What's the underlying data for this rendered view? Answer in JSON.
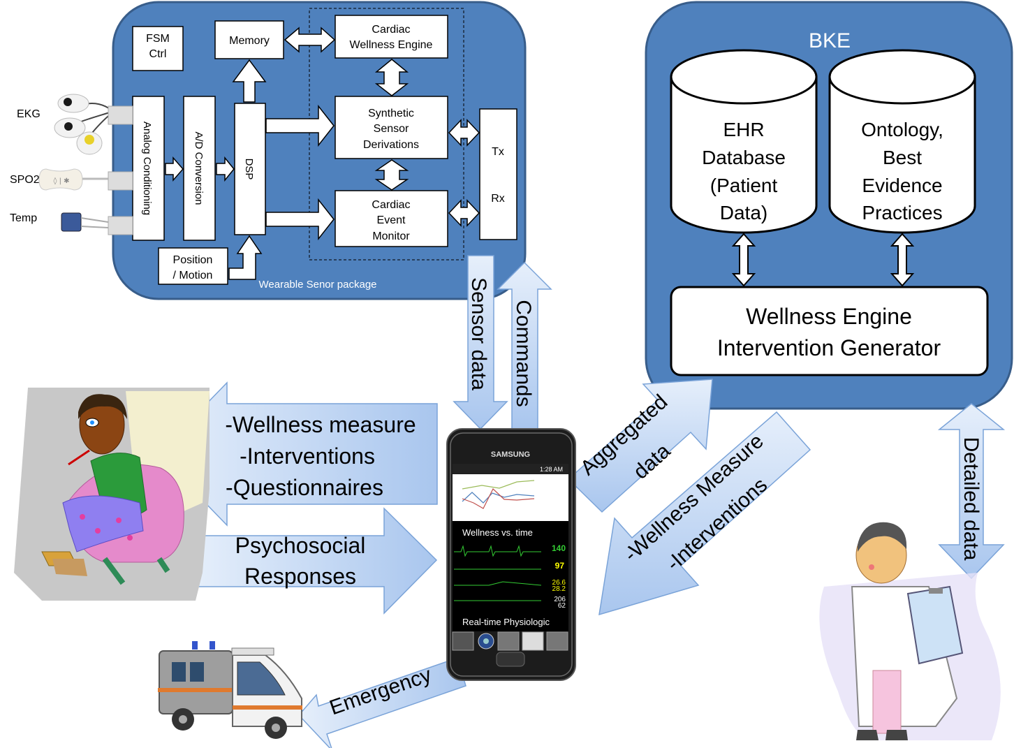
{
  "sensor_package": {
    "caption": "Wearable Senor package",
    "fsm": [
      "FSM",
      "Ctrl"
    ],
    "memory": "Memory",
    "wellness_engine": [
      "Cardiac",
      "Wellness Engine"
    ],
    "analog": "Analog Conditioning",
    "ad": "A/D Conversion",
    "dsp": "DSP",
    "synthetic": [
      "Synthetic",
      "Sensor",
      "Derivations"
    ],
    "event_monitor": [
      "Cardiac",
      "Event",
      "Monitor"
    ],
    "tx": "Tx",
    "rx": "Rx",
    "position": [
      "Position",
      "/ Motion"
    ]
  },
  "sensors": {
    "ekg": "EKG",
    "spo2": "SPO2",
    "temp": "Temp"
  },
  "bke": {
    "title": "BKE",
    "ehr": [
      "EHR",
      "Database",
      "(Patient",
      "Data)"
    ],
    "ontology": [
      "Ontology,",
      "Best",
      "Evidence",
      "Practices"
    ],
    "generator": [
      "Wellness Engine",
      "Intervention Generator"
    ]
  },
  "flows": {
    "sensor_data": "Sensor data",
    "commands": "Commands",
    "to_patient": [
      "-Wellness measure",
      "-Interventions",
      "-Questionnaires"
    ],
    "from_patient": [
      "Psychosocial",
      "Responses"
    ],
    "aggregated": [
      "Aggregated",
      "data"
    ],
    "to_phone": [
      "-Wellness Measure",
      "-Interventions"
    ],
    "detailed": "Detailed data",
    "emergency": "Emergency"
  },
  "phone": {
    "brand": "SAMSUNG",
    "time": "1:28 AM",
    "panel1": "Wellness vs. time",
    "panel2": "Real-time Physiologic",
    "readings": [
      "140",
      "97",
      "26.6",
      "28.2",
      "206",
      "62"
    ]
  },
  "colors": {
    "box_blue": "#4f81bd",
    "box_border": "#385d8a",
    "arrow_fill": "#c6daf5",
    "arrow_stroke": "#7aa3d8"
  }
}
